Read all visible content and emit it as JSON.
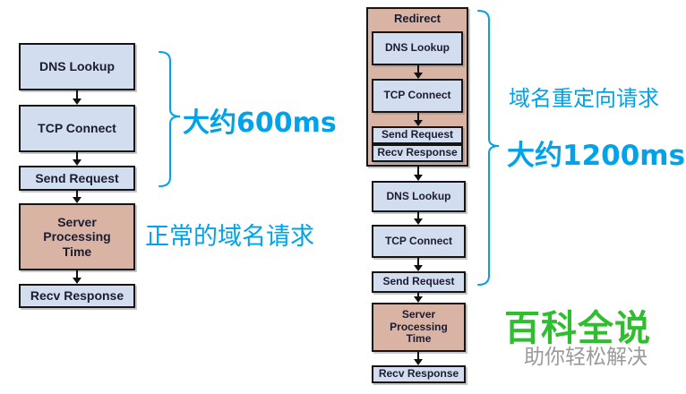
{
  "colors": {
    "accent_cyan": "#00a2e9",
    "box_blue": "#d3ddf0",
    "box_brown": "#d9b4a5",
    "border_dark": "#151515",
    "brand_green": "#2fbe2f",
    "tagline_gray": "#9a9a9a"
  },
  "left_flow": {
    "boxes": [
      "DNS Lookup",
      "TCP Connect",
      "Send Request",
      "Server Processing Time",
      "Recv Response"
    ],
    "duration_label": "大约600ms",
    "caption": "正常的域名请求"
  },
  "right_flow": {
    "redirect_group": {
      "title": "Redirect",
      "boxes": [
        "DNS Lookup",
        "TCP Connect",
        "Send Request",
        "Recv Response"
      ]
    },
    "boxes": [
      "DNS Lookup",
      "TCP Connect",
      "Send Request",
      "Server Processing Time",
      "Recv Response"
    ],
    "caption": "域名重定向请求",
    "duration_label": "大约1200ms"
  },
  "watermark": {
    "brand": "百科全说",
    "tagline": "助你轻松解决"
  }
}
